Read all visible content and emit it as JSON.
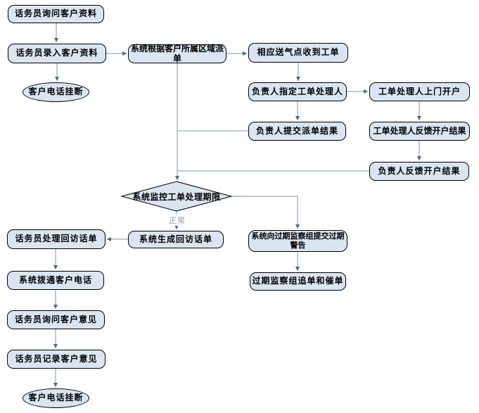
{
  "colors": {
    "node_fill": "#dbe5f1",
    "node_border": "#000000",
    "connector_line": "#7795bb",
    "arrowhead": "#44688f",
    "branch_label_text": "#9a9a9a"
  },
  "nodes": {
    "ask_info": {
      "label": "话务员询问客户资料"
    },
    "enter_info": {
      "label": "话务员录入客户资料"
    },
    "hangup_top": {
      "label": "客户电话挂断"
    },
    "dispatch_by_region": {
      "label": "系统根据客户所属区域派单"
    },
    "gas_point_receive": {
      "label": "相应送气点收到工单"
    },
    "assign_handler": {
      "label": "负责人指定工单处理人"
    },
    "door_open_account": {
      "label": "工单处理人上门开户"
    },
    "submit_dispatch_result": {
      "label": "负责人提交派单结果"
    },
    "handler_feedback_result": {
      "label": "工单处理人反馈开户结果"
    },
    "leader_feedback_result": {
      "label": "负责人反馈开户结果"
    },
    "monitor_deadline": {
      "label": "系统监控工单处理期限"
    },
    "handle_callback": {
      "label": "话务员处理回访话单"
    },
    "gen_callback": {
      "label": "系统生成回访话单"
    },
    "overdue_warning": {
      "line1": "系统向过期监察组提交过期",
      "line2": "警告"
    },
    "overdue_chase": {
      "label": "过期监察组追单和催单"
    },
    "dial_customer": {
      "label": "系统拨通客户电话"
    },
    "ask_opinion": {
      "label": "话务员询问客户意见"
    },
    "record_opinion": {
      "label": "话务员记录客户意见"
    },
    "hangup_bottom": {
      "label": "客户电话挂断"
    }
  },
  "edge_labels": {
    "normal": "正常"
  }
}
